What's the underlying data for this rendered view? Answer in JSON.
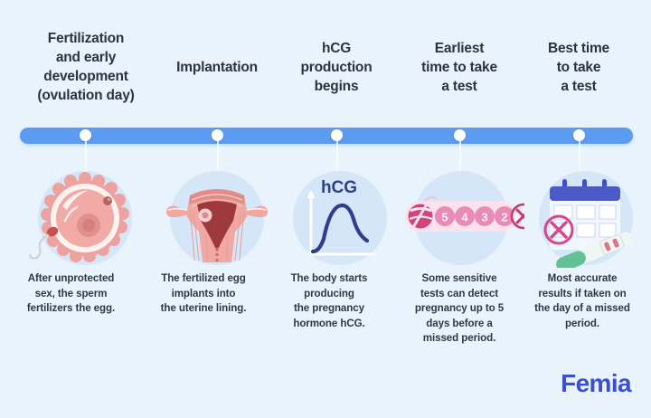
{
  "page": {
    "background_color": "#e9f3fb",
    "accent_color": "#5b9bf0",
    "text_color": "#2b3340",
    "brand_color": "#3b4fd4"
  },
  "brand": {
    "name": "Femia"
  },
  "timeline": {
    "bar_color": "#5b9bf0",
    "node_count": 5,
    "dot_color": "#ffffff"
  },
  "stages": [
    {
      "title_lines": [
        "Fertilization",
        "and early",
        "development",
        "(ovulation day)"
      ],
      "icon": "fertilized-egg-icon",
      "caption_lines": [
        "After unprotected",
        "sex, the sperm",
        "fertilizers the egg."
      ]
    },
    {
      "title_lines": [
        "Implantation"
      ],
      "icon": "uterus-implantation-icon",
      "caption_lines": [
        "The fertilized egg",
        "implants into",
        "the uterine lining."
      ]
    },
    {
      "title_lines": [
        "hCG",
        "production",
        "begins"
      ],
      "icon": "hcg-curve-chart-icon",
      "chart_label": "hCG",
      "caption_lines": [
        "The body starts",
        "producing",
        "the pregnancy",
        "hormone hCG."
      ]
    },
    {
      "title_lines": [
        "Earliest",
        "time to take",
        "a test"
      ],
      "icon": "countdown-days-icon",
      "countdown": [
        "5",
        "4",
        "3",
        "2"
      ],
      "countdown_end": "X",
      "caption_lines": [
        "Some sensitive",
        "tests can detect",
        "pregnancy up to 5",
        "days before a",
        "missed period."
      ]
    },
    {
      "title_lines": [
        "Best time",
        "to take",
        "a test"
      ],
      "icon": "calendar-pregnancy-test-icon",
      "caption_lines": [
        "Most accurate",
        "results if taken on",
        "the day of a missed",
        "period."
      ]
    }
  ]
}
